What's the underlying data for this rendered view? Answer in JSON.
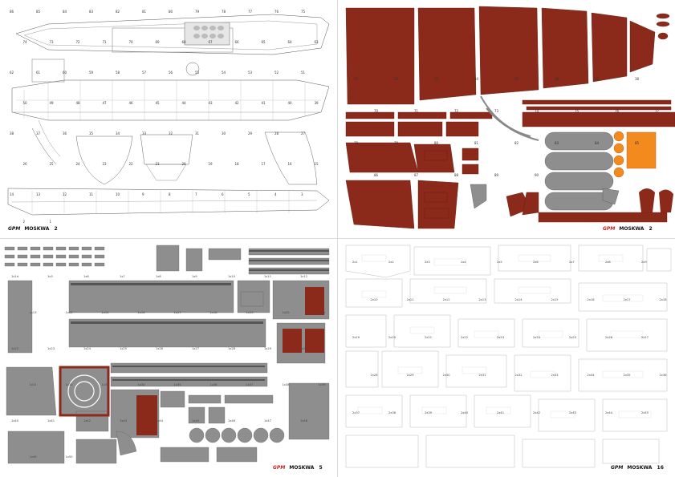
{
  "brand": "GPM",
  "model": "MOSKWA",
  "colors": {
    "hull_red": "#8b2a1a",
    "deck_grey": "#8e8e8e",
    "accent_orange": "#f28a1e",
    "line_grey": "#bbbbbb"
  },
  "sheets": [
    {
      "id": "drawing",
      "page": "2",
      "labels": [
        "86",
        "85",
        "84",
        "83",
        "82",
        "81",
        "80",
        "79",
        "78",
        "77",
        "76",
        "75",
        "74",
        "73",
        "72",
        "71",
        "70",
        "69",
        "68",
        "67",
        "66",
        "65",
        "64",
        "63",
        "62",
        "61",
        "60",
        "59",
        "58",
        "57",
        "56",
        "55",
        "54",
        "53",
        "52",
        "51",
        "50",
        "49",
        "48",
        "47",
        "46",
        "45",
        "44",
        "43",
        "42",
        "41",
        "40",
        "39",
        "38",
        "37",
        "36",
        "35",
        "34",
        "33",
        "32",
        "31",
        "30",
        "29",
        "28",
        "27",
        "26",
        "25",
        "24",
        "23",
        "22",
        "21",
        "20",
        "19",
        "18",
        "17",
        "16",
        "15",
        "14",
        "13",
        "12",
        "11",
        "10",
        "9",
        "8",
        "7",
        "6",
        "5",
        "4",
        "3",
        "2",
        "1"
      ]
    },
    {
      "id": "hull-parts",
      "page": "2",
      "labels": [
        "31",
        "32",
        "33",
        "34",
        "35",
        "36",
        "37",
        "38",
        "70",
        "71",
        "72",
        "73",
        "74",
        "75",
        "76",
        "77",
        "78",
        "79",
        "80",
        "81",
        "82",
        "83",
        "84",
        "85",
        "86",
        "87",
        "88",
        "89",
        "90"
      ]
    },
    {
      "id": "deck-parts",
      "page": "5",
      "labels": [
        "1x1d",
        "1x3",
        "1x6",
        "1x7",
        "1x8",
        "1x9",
        "1x10",
        "1x11",
        "1x12",
        "1x13",
        "1x14",
        "1x15",
        "1x16",
        "1x17",
        "1x18",
        "1x19",
        "1x20",
        "1x21",
        "1x22",
        "1x23",
        "1x24",
        "1x25",
        "1x26",
        "1x27",
        "1x28",
        "1x29",
        "1x30",
        "1x31",
        "1x32",
        "1x33",
        "1x34",
        "1x35",
        "1x36",
        "1x37",
        "1x38",
        "1x39",
        "1x40",
        "1x41",
        "1x42",
        "1x43",
        "1x44",
        "1x45",
        "1x46",
        "1x47",
        "1x48",
        "1x49",
        "1x50"
      ]
    },
    {
      "id": "frame-parts",
      "page": "16",
      "labels": [
        "2x1",
        "2x2",
        "2x3",
        "2x4",
        "2x5",
        "2x6",
        "2x7",
        "2x8",
        "2x9",
        "2x10",
        "2x11",
        "2x12",
        "2x13",
        "2x14",
        "2x15",
        "2x16",
        "2x17",
        "2x18",
        "2x19",
        "2x20",
        "2x21",
        "2x22",
        "2x23",
        "2x24",
        "2x25",
        "2x26",
        "2x27",
        "2x28",
        "2x29",
        "2x30",
        "2x31",
        "2x32",
        "2x33",
        "2x34",
        "2x35",
        "2x36",
        "2x37",
        "2x38",
        "2x39",
        "2x40",
        "2x41",
        "2x42",
        "2x43",
        "2x44",
        "2x45"
      ]
    }
  ]
}
